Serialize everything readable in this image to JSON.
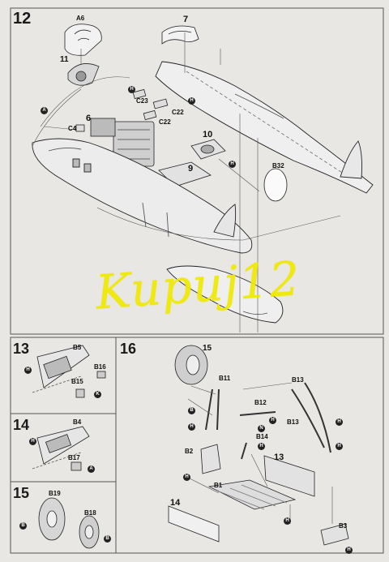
{
  "steps": {
    "main": "12",
    "s13": "13",
    "s14": "14",
    "s15": "15",
    "s16": "16"
  },
  "labels": {
    "a6": "A6",
    "p7": "7",
    "p11": "11",
    "c23": "C23",
    "c22a": "C22",
    "c22b": "C22",
    "p6": "6",
    "c4": "C4",
    "p10": "10",
    "p9": "9",
    "b32": "B32",
    "b5": "B5",
    "b16": "B16",
    "b15": "B15",
    "b4": "B4",
    "b17": "B17",
    "b19": "B19",
    "b18": "B18",
    "p15": "15",
    "b11": "B11",
    "b13a": "B13",
    "b13b": "B13",
    "b12": "B12",
    "b14": "B14",
    "b2": "B2",
    "p13": "13",
    "b1": "B1",
    "p14": "14",
    "b3": "B3"
  },
  "bubbles": {
    "a": "A",
    "h": "H",
    "k": "K",
    "b": "B",
    "n": "N"
  },
  "watermark": "Kupuj12",
  "colors": {
    "paper": "#e9e7e4",
    "ink": "#1a1a1a",
    "watermark": "#f0ea00"
  }
}
